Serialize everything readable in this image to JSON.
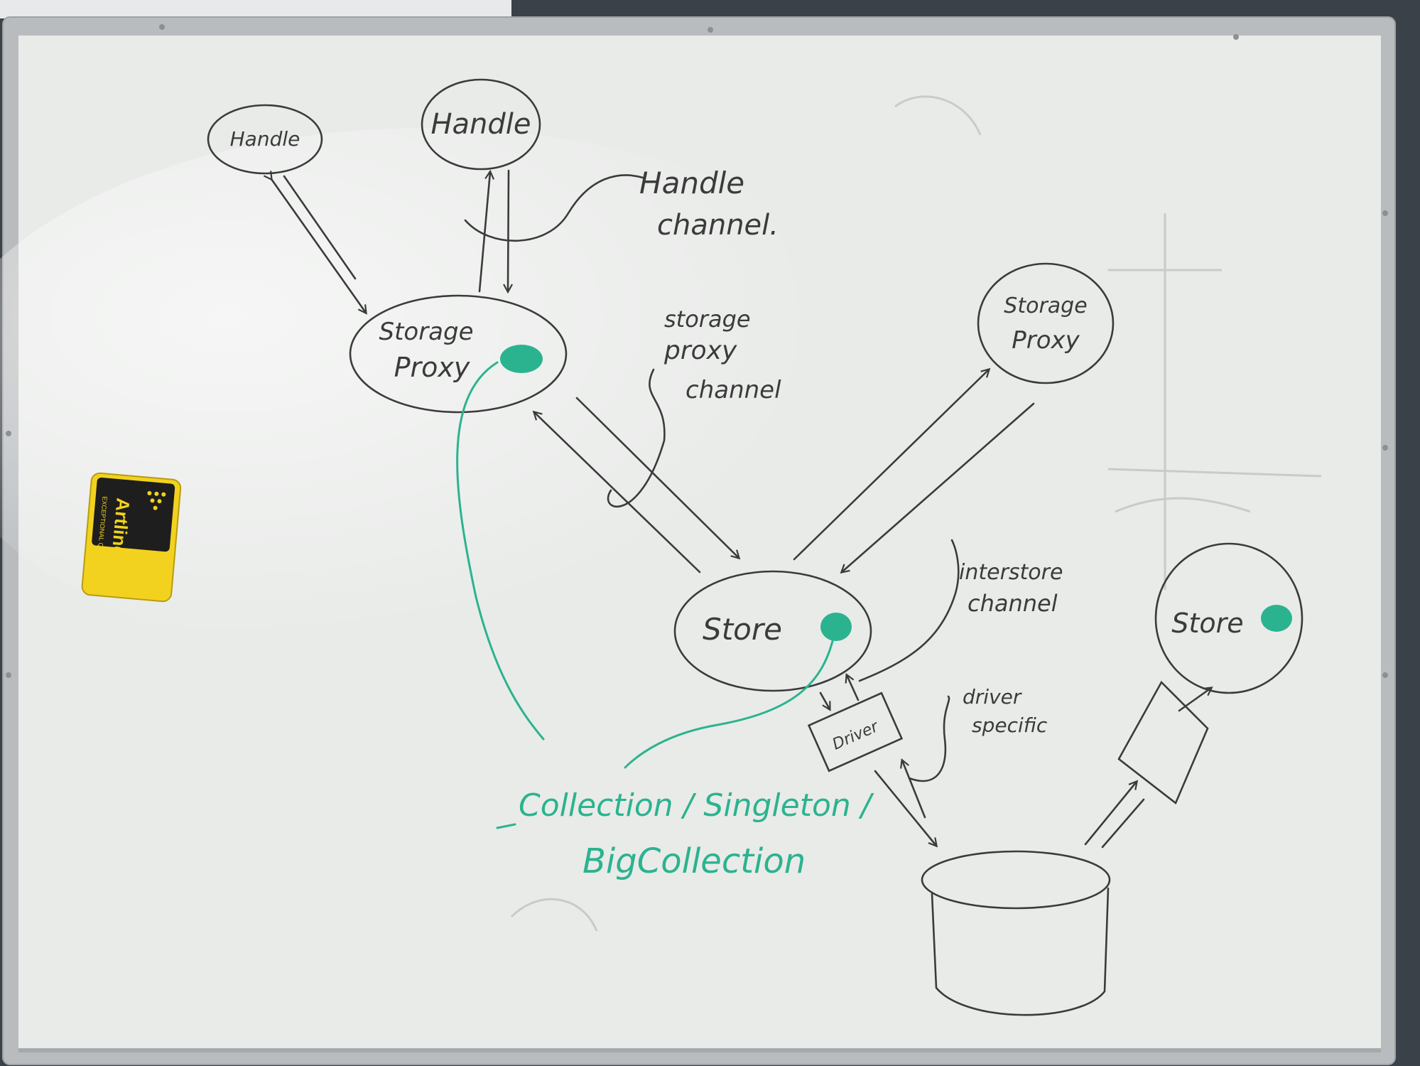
{
  "palette": {
    "wall": "#3a4148",
    "board_frame": "#b9bcbf",
    "board_surface": "#e9ebe9",
    "ink_black": "#3b3b3b",
    "ink_green": "#2bb38f",
    "eraser_yellow": "#f2d21e",
    "eraser_black": "#1e1e1e"
  },
  "whiteboard": {
    "labels": {
      "handle_left": "Handle",
      "handle_center": "Handle",
      "handle_channel_line1": "Handle",
      "handle_channel_line2": "channel.",
      "storage_proxy_left_line1": "Storage",
      "storage_proxy_left_line2": "Proxy",
      "storage_proxy_right_line1": "Storage",
      "storage_proxy_right_line2": "Proxy",
      "storage_proxy_channel_line1": "storage",
      "storage_proxy_channel_line2": "proxy",
      "storage_proxy_channel_line3": "channel",
      "store_center": "Store",
      "store_right": "Store",
      "interstore_channel_line1": "interstore",
      "interstore_channel_line2": "channel",
      "driver": "Driver",
      "driver_specific_line1": "driver",
      "driver_specific_line2": "specific",
      "types_line1": "Collection / Singleton /",
      "types_line2": "BigCollection"
    }
  },
  "eraser": {
    "brand": "Artline",
    "tagline": "EXCEPTIONAL QUALITY",
    "icon": "eraser-icon"
  }
}
